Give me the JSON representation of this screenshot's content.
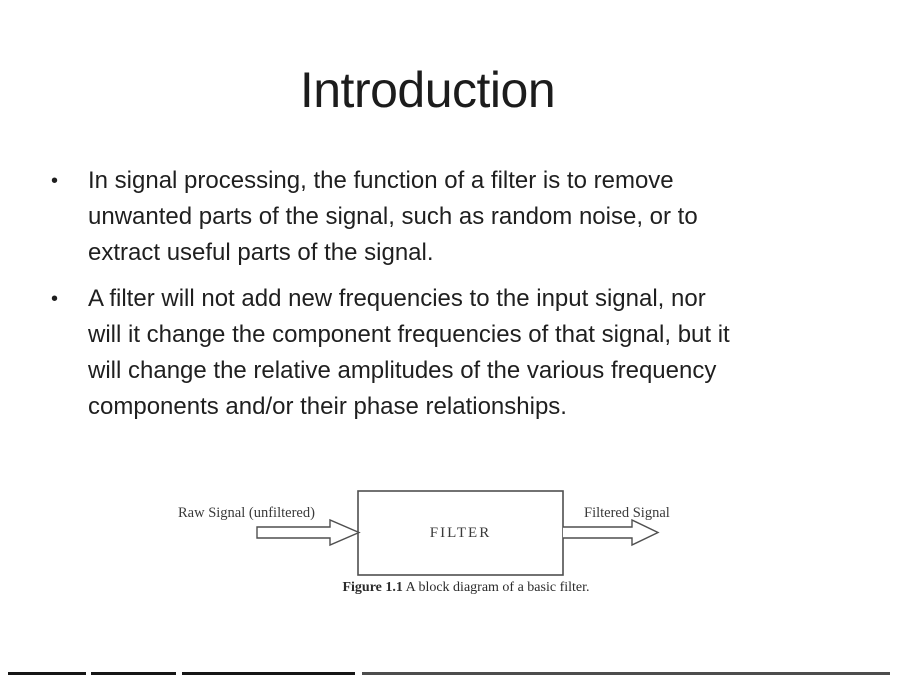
{
  "slide": {
    "title": "Introduction",
    "bullets": [
      {
        "marker": "•",
        "lines": [
          "In signal processing, the function of a filter is to remove",
          "unwanted parts of the signal, such as random noise, or to",
          "extract useful parts of the signal."
        ]
      },
      {
        "marker": "•",
        "lines": [
          "A filter will not add new frequencies to the input signal, nor",
          "will it change the component frequencies of that signal, but it",
          "will change the relative amplitudes of the various frequency",
          "components and/or their phase relationships."
        ]
      }
    ],
    "figure": {
      "input_label": "Raw Signal (unfiltered)",
      "box_label": "FILTER",
      "output_label": "Filtered Signal",
      "caption_bold": "Figure 1.1",
      "caption_rest": " A block diagram of a basic filter."
    },
    "colors": {
      "text": "#1f1f1f",
      "diagram_line": "#4f4f4f",
      "background": "#ffffff"
    }
  }
}
